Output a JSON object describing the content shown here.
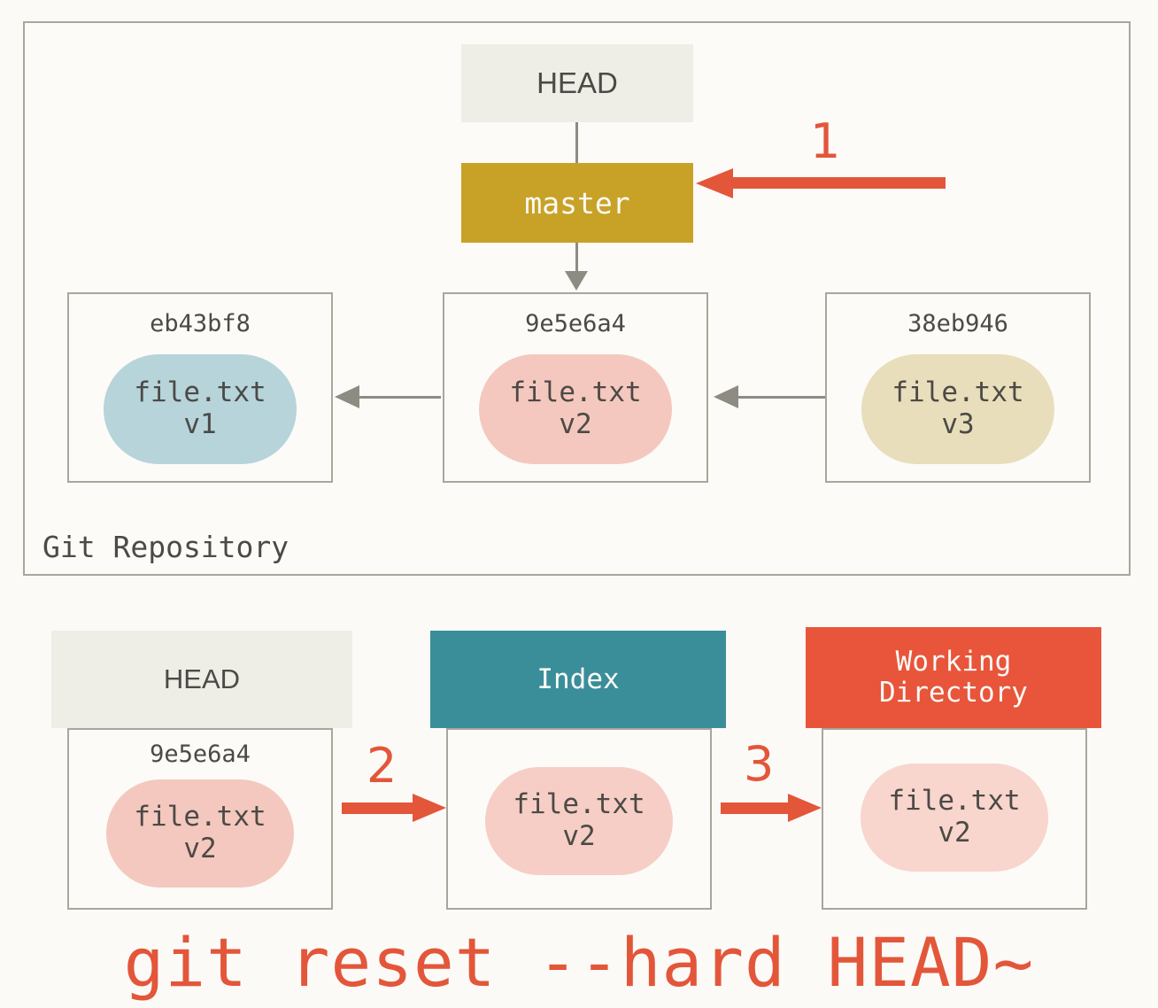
{
  "repository": {
    "label": "Git Repository",
    "head_ref": "HEAD",
    "branch_ref": "master",
    "commits": [
      {
        "hash": "eb43bf8",
        "file": "file.txt",
        "version": "v1",
        "blob_color": "#b6d4da"
      },
      {
        "hash": "9e5e6a4",
        "file": "file.txt",
        "version": "v2",
        "blob_color": "#f4c8be"
      },
      {
        "hash": "38eb946",
        "file": "file.txt",
        "version": "v3",
        "blob_color": "#e8debb"
      }
    ]
  },
  "steps": {
    "one": "1",
    "two": "2",
    "three": "3"
  },
  "trees": [
    {
      "title": "HEAD",
      "title_line2": "",
      "hash": "9e5e6a4",
      "file": "file.txt",
      "version": "v2",
      "header_color": "#eeeee6"
    },
    {
      "title": "Index",
      "title_line2": "",
      "hash": "",
      "file": "file.txt",
      "version": "v2",
      "header_color": "#3a8e99"
    },
    {
      "title": "Working",
      "title_line2": "Directory",
      "hash": "",
      "file": "file.txt",
      "version": "v2",
      "header_color": "#e8553a"
    }
  ],
  "command": "git reset --hard HEAD~",
  "colors": {
    "background": "#fbfaf7",
    "border_gray": "#a9a69c",
    "arrow_gray": "#8e8b83",
    "accent_red": "#e3563a",
    "branch_gold": "#c8a227",
    "index_teal": "#3a8e99",
    "working_orange": "#e8553a",
    "text_dark": "#4c4a46"
  }
}
